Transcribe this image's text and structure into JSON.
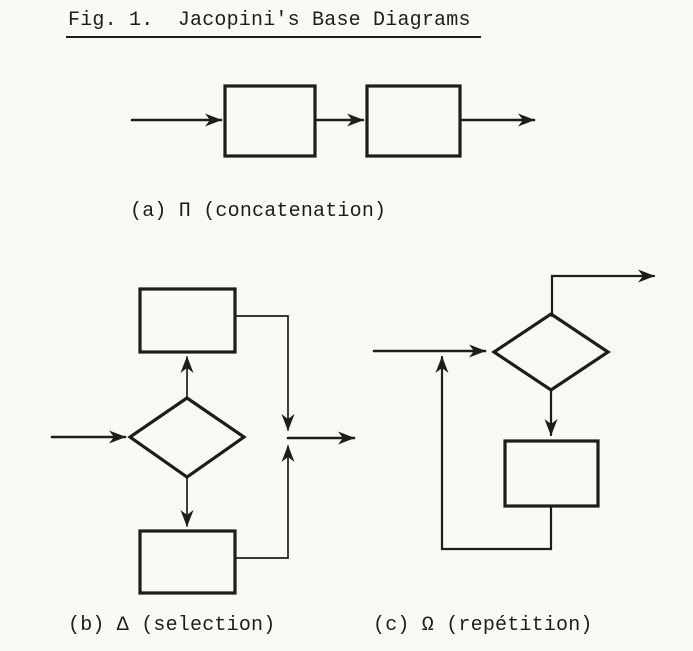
{
  "page": {
    "paper_color": "#f9f9f6",
    "ink_color": "#1d1d1b"
  },
  "figure": {
    "title": "Fig. 1.  Jacopini's Base Diagrams",
    "captions": {
      "a": "(a) Π (concatenation)",
      "b": "(b) Δ (selection)",
      "c": "(c) Ω (repétition)"
    },
    "symbols": {
      "a": "Π",
      "b": "Δ",
      "c": "Ω"
    },
    "diagram_names": {
      "a": "concatenation",
      "b": "selection",
      "c": "repétition"
    }
  }
}
